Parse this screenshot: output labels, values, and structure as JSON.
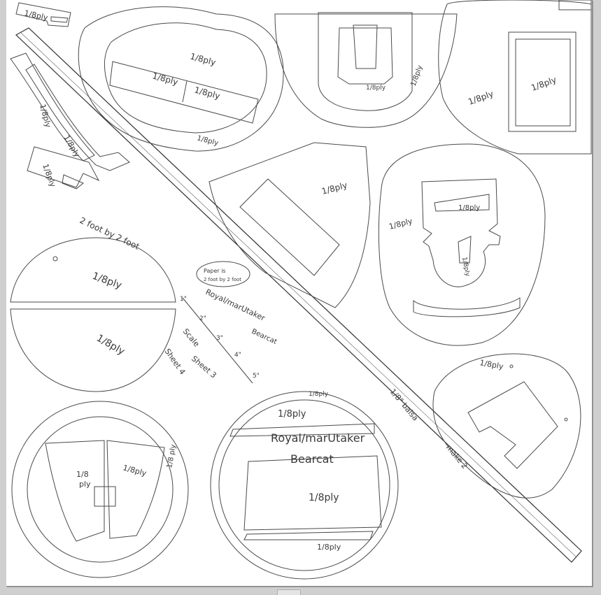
{
  "sheet": {
    "colors": {
      "paper": "#ffffff",
      "pencil": "#3a3a3a",
      "frame": "#cfcfcf"
    }
  },
  "labels": {
    "ply": "1/8ply",
    "ply_alt": "1/8 ply",
    "ply_short": "1/8",
    "ply_word": "ply",
    "paper_size_title": "2 foot by 2 foot",
    "paper_note_1": "Paper is",
    "paper_note_2": "2 foot by 2 foot",
    "designer": "Royal/marUtaker",
    "model": "Bearcat",
    "scale": "Scale",
    "sheet_no": "Sheet 4",
    "sheet_no_2": "Sheet 3",
    "balsa_strip": "1/8\" balsa",
    "make_2": "make 2",
    "ruler_1": "1\"",
    "ruler_2": "2\"",
    "ruler_3": "3\"",
    "ruler_4": "4\"",
    "ruler_5": "5\""
  }
}
